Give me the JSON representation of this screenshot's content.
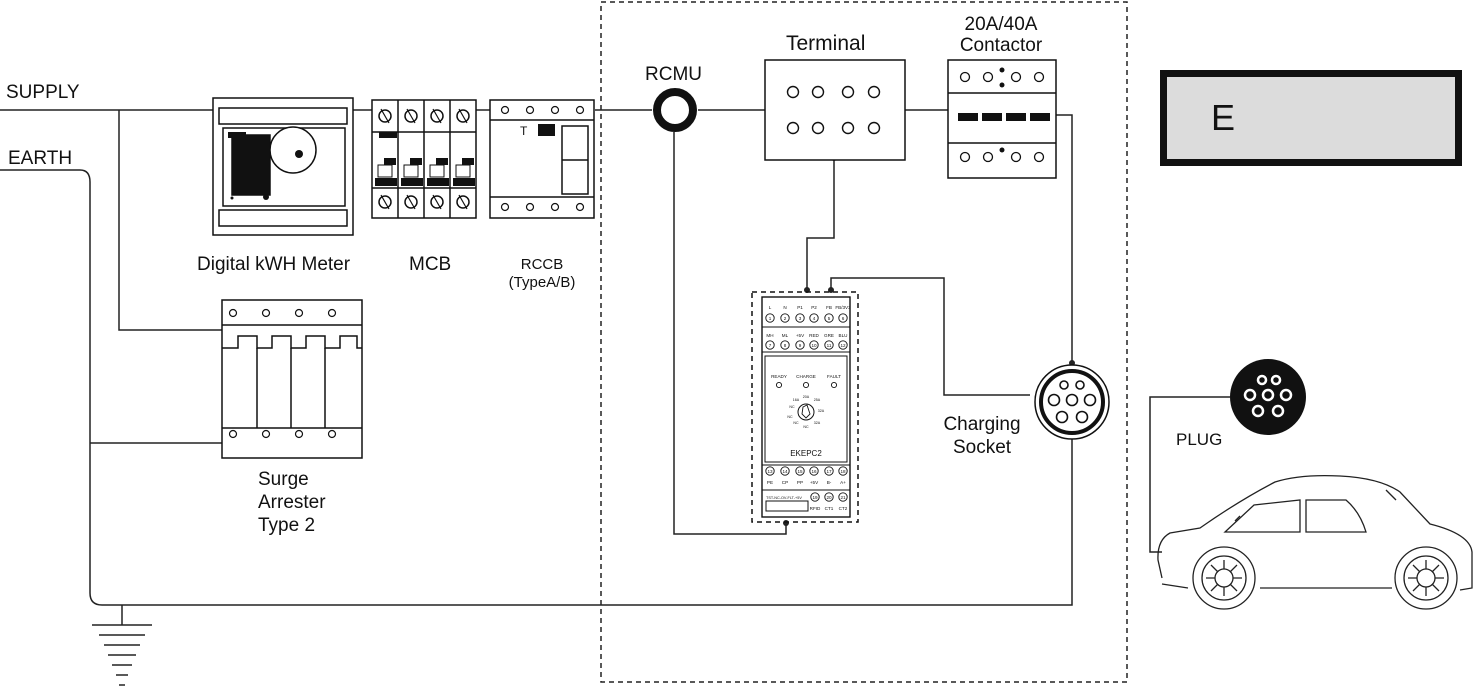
{
  "labels": {
    "supply": "SUPPLY",
    "earth": "EARTH",
    "meter": "Digital kWH Meter",
    "mcb": "MCB",
    "rccb_line1": "RCCB",
    "rccb_line2": "(TypeA/B)",
    "rcmu": "RCMU",
    "terminal": "Terminal",
    "contactor_line1": "20A/40A",
    "contactor_line2": "Contactor",
    "surge_line1": "Surge",
    "surge_line2": "Arrester",
    "surge_line3": "Type 2",
    "socket_line1": "Charging",
    "socket_line2": "Socket",
    "plug": "PLUG",
    "display_letter": "E"
  },
  "rccb_marker": "T",
  "controller": {
    "model": "EKEPC2",
    "top_row1": [
      "L",
      "N",
      "P1",
      "P2",
      "FB",
      "FB/3V3"
    ],
    "top_row1_nums": [
      "1",
      "2",
      "3",
      "4",
      "5",
      "6"
    ],
    "top_row2": [
      "MH",
      "ML",
      "+5V",
      "RED",
      "GRE",
      "BLU"
    ],
    "top_row2_nums": [
      "7",
      "8",
      "9",
      "10",
      "11",
      "12"
    ],
    "leds": [
      "READY",
      "CHARGE",
      "FAULT"
    ],
    "dial": [
      "20A",
      "16A",
      "25A",
      "NC",
      "NC",
      "32A",
      "NC",
      "NC",
      "32A"
    ],
    "bottom_nums": [
      "13",
      "14",
      "15",
      "16",
      "17",
      "18"
    ],
    "bottom_row": [
      "PE",
      "CP",
      "PP",
      "+5V",
      "B-",
      "A+"
    ],
    "bottom_code": "TST-NC-OV-FLT-+5V",
    "bottom_nums2": [
      "19",
      "20",
      "21"
    ],
    "bottom_row2": [
      "RFID",
      "CT1",
      "CT2"
    ]
  }
}
